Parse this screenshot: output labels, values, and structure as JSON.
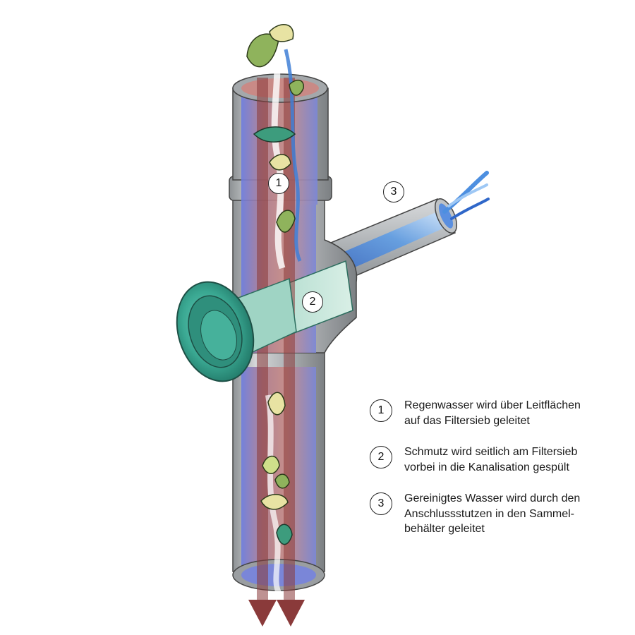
{
  "callouts": {
    "c1": "1",
    "c2": "2",
    "c3": "3"
  },
  "legend": {
    "items": [
      {
        "number": "1",
        "line1": "Regenwasser wird über Leitflächen",
        "line2": "auf das Filtersieb geleitet",
        "line3": ""
      },
      {
        "number": "2",
        "line1": "Schmutz wird seitlich am Filtersieb",
        "line2": "vorbei in die Kanalisation gespült",
        "line3": ""
      },
      {
        "number": "3",
        "line1": "Gereinigtes Wasser wird durch den",
        "line2": "Anschlussstutzen in den Sammel-",
        "line3": "behälter geleitet"
      }
    ]
  },
  "colors": {
    "pipe_gray": "#b8bcbf",
    "dirt_flow": "#8a3a3a",
    "clean_water": "#3f7fd6",
    "filter_cap": "#3fae99",
    "leaf": "#8fb35c"
  }
}
